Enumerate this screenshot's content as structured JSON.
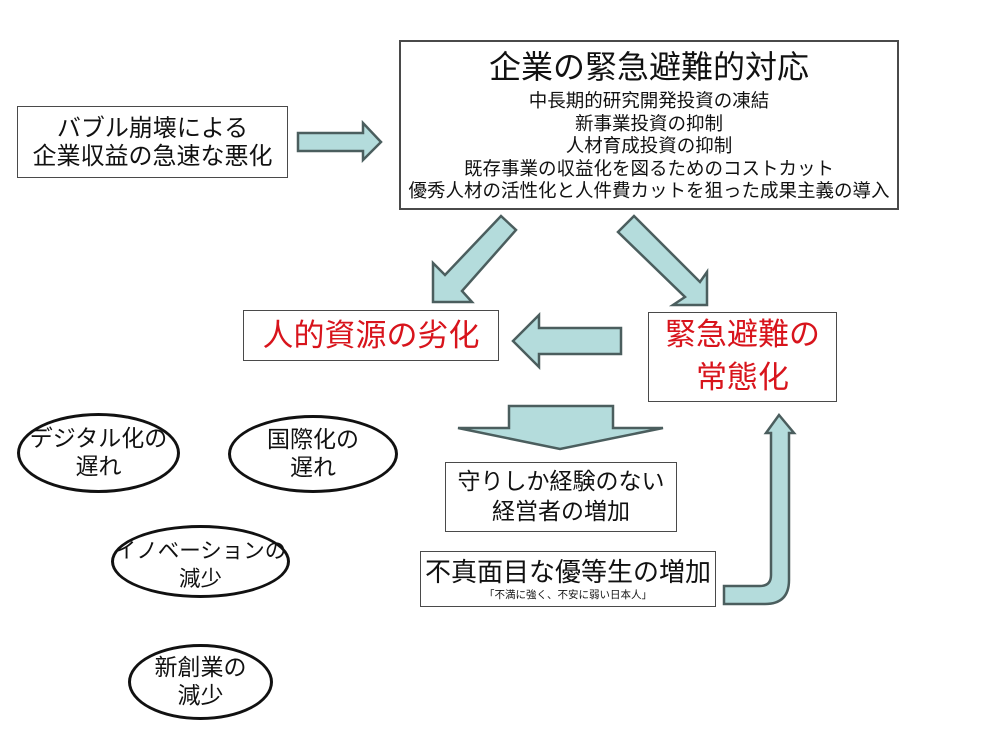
{
  "diagram": {
    "cause_box": {
      "lines": [
        "バブル崩壊による",
        "企業収益の急速な悪化"
      ]
    },
    "response_box": {
      "title": "企業の緊急避難的対応",
      "items": [
        "中長期的研究開発投資の凍結",
        "新事業投資の抑制",
        "人材育成投資の抑制",
        "既存事業の収益化を図るためのコストカット",
        "優秀人材の活性化と人件費カットを狙った成果主義の導入"
      ]
    },
    "human_resource_box": {
      "text": "人的資源の劣化"
    },
    "normalization_box": {
      "lines": [
        "緊急避難の",
        "常態化"
      ]
    },
    "managers_box": {
      "lines": [
        "守りしか経験のない",
        "経営者の増加"
      ]
    },
    "honor_student_box": {
      "text": "不真面目な優等生の増加",
      "caption": "「不満に強く、不安に弱い日本人」"
    },
    "consequences": [
      {
        "lines": [
          "デジタル化の",
          "遅れ"
        ]
      },
      {
        "lines": [
          "国際化の",
          "遅れ"
        ]
      },
      {
        "lines": [
          "イノベーションの",
          "減少"
        ]
      },
      {
        "lines": [
          "新創業の",
          "減少"
        ]
      }
    ],
    "arrows": [
      {
        "from": "cause_box",
        "to": "response_box",
        "direction": "right"
      },
      {
        "from": "response_box",
        "to": "human_resource_box",
        "direction": "down-left"
      },
      {
        "from": "response_box",
        "to": "normalization_box",
        "direction": "down-right"
      },
      {
        "from": "normalization_box",
        "to": "human_resource_box",
        "direction": "left"
      },
      {
        "from": "human_resource_box",
        "to": "managers_box",
        "direction": "down"
      },
      {
        "from": "honor_student_box",
        "to": "normalization_box",
        "direction": "u-turn-up"
      }
    ]
  },
  "colors": {
    "arrow_fill": "#b4dcdc",
    "arrow_stroke": "#4b5e5e",
    "highlight_text": "#d8141c",
    "box_border": "#4a4a4a"
  }
}
